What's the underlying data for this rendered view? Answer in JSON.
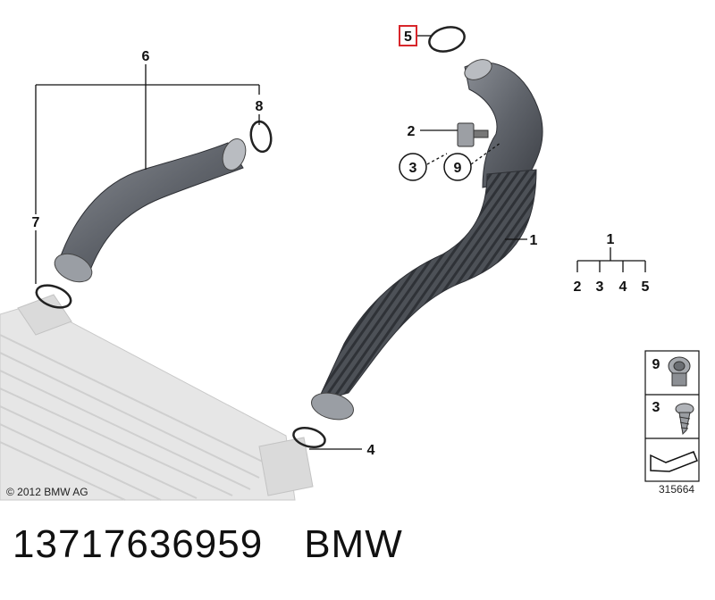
{
  "callouts": {
    "c1": "1",
    "c2": "2",
    "c3": "3",
    "c4": "4",
    "c5": "5",
    "c6": "6",
    "c7": "7",
    "c8": "8",
    "c9": "9"
  },
  "tree": {
    "root": "1",
    "children": [
      "2",
      "3",
      "4",
      "5"
    ]
  },
  "legend": {
    "item_9": "9",
    "item_3": "3"
  },
  "copyright": "© 2012 BMW AG",
  "diagram_number": "315664",
  "footer": {
    "part_number": "13717636959",
    "brand": "BMW"
  },
  "colors": {
    "hose": "#5f636a",
    "hose_dark": "#3d4046",
    "highlight_box": "#d8262b",
    "intercooler": "#dcdcdc"
  }
}
